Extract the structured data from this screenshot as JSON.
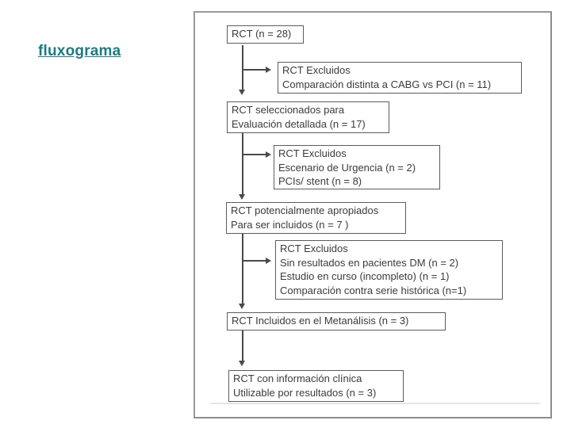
{
  "page": {
    "title_label": "fluxograma"
  },
  "colors": {
    "title_teal": "#1e7b80",
    "box_border": "#5c5c5c",
    "box_text": "#3b3b3b",
    "connector": "#4a4a4a",
    "panel_border": "#9a9a9a",
    "baseline_rule": "#e4e4e8",
    "background": "#ffffff"
  },
  "flowchart": {
    "boxes": [
      {
        "id": "rct-total",
        "lines": [
          "RCT (n = 28)"
        ]
      },
      {
        "id": "excluded-1",
        "lines": [
          "RCT Excluidos",
          "Comparación distinta a CABG vs PCI (n = 11)"
        ]
      },
      {
        "id": "selected",
        "lines": [
          "RCT seleccionados para",
          "Evaluación detallada (n = 17)"
        ]
      },
      {
        "id": "excluded-2",
        "lines": [
          "RCT Excluidos",
          "Escenario de Urgencia (n = 2)",
          "PCIs/ stent (n = 8)"
        ]
      },
      {
        "id": "potential",
        "lines": [
          "RCT potencialmente apropiados",
          "Para ser incluidos (n = 7 )"
        ]
      },
      {
        "id": "excluded-3",
        "lines": [
          "RCT Excluidos",
          "Sin resultados en pacientes DM (n = 2)",
          "Estudio en curso (incompleto) (n = 1)",
          "Comparación contra serie histórica (n=1)"
        ]
      },
      {
        "id": "included-meta",
        "lines": [
          "RCT Incluidos en el Metanálisis  (n = 3)"
        ]
      },
      {
        "id": "clinical-info",
        "lines": [
          "RCT con información clínica",
          "Utilizable por resultados (n = 3)"
        ]
      }
    ]
  }
}
